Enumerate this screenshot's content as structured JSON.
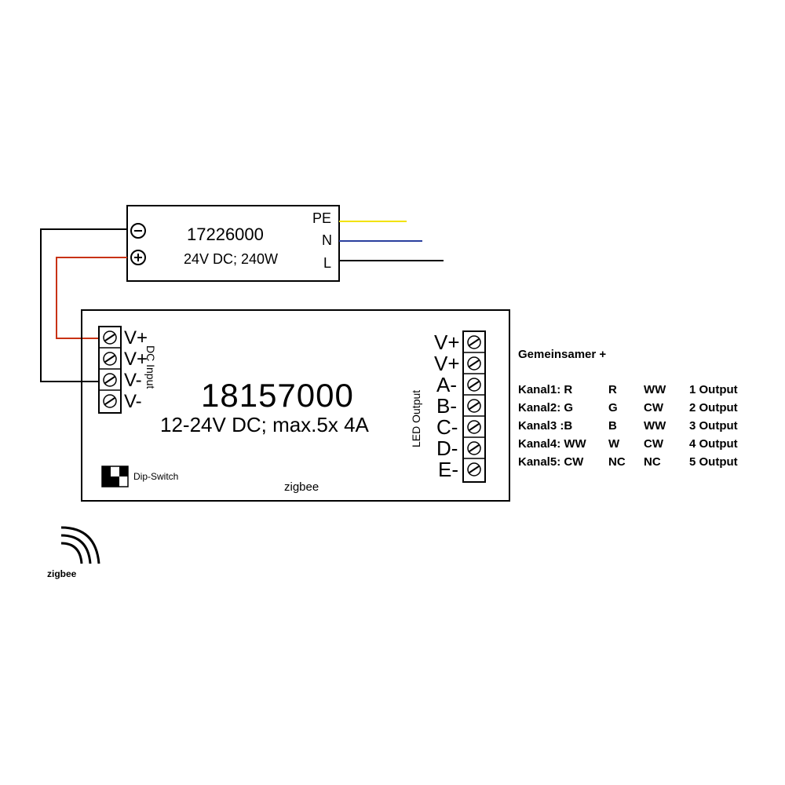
{
  "power_supply": {
    "model": "17226000",
    "spec": "24V DC; 240W",
    "terminals": {
      "pe": "PE",
      "n": "N",
      "l": "L"
    },
    "wire_colors": {
      "pe": "#f2e200",
      "n": "#2a3f9e",
      "l": "#000000",
      "positive": "#c83214",
      "negative": "#000000"
    }
  },
  "controller": {
    "model": "18157000",
    "spec": "12-24V DC; max.5x 4A",
    "input_label": "DC Input",
    "input_terminals": [
      "V+",
      "V+",
      "V-",
      "V-"
    ],
    "output_label": "LED Output",
    "output_terminals": [
      "V+",
      "V+",
      "A-",
      "B-",
      "C-",
      "D-",
      "E-"
    ],
    "dip_label": "Dip-Switch",
    "zigbee_label": "zigbee"
  },
  "channel_table": {
    "header": "Gemeinsamer +",
    "rows": [
      [
        "Kanal1: R",
        "R",
        "WW",
        "1 Output"
      ],
      [
        "Kanal2: G",
        "G",
        "CW",
        "2 Output"
      ],
      [
        "Kanal3 :B",
        "B",
        "WW",
        "3 Output"
      ],
      [
        "Kanal4: WW",
        "W",
        "CW",
        "4 Output"
      ],
      [
        "Kanal5: CW",
        "NC",
        "NC",
        "5 Output"
      ]
    ]
  },
  "zigbee_logo": {
    "label": "zigbee"
  }
}
